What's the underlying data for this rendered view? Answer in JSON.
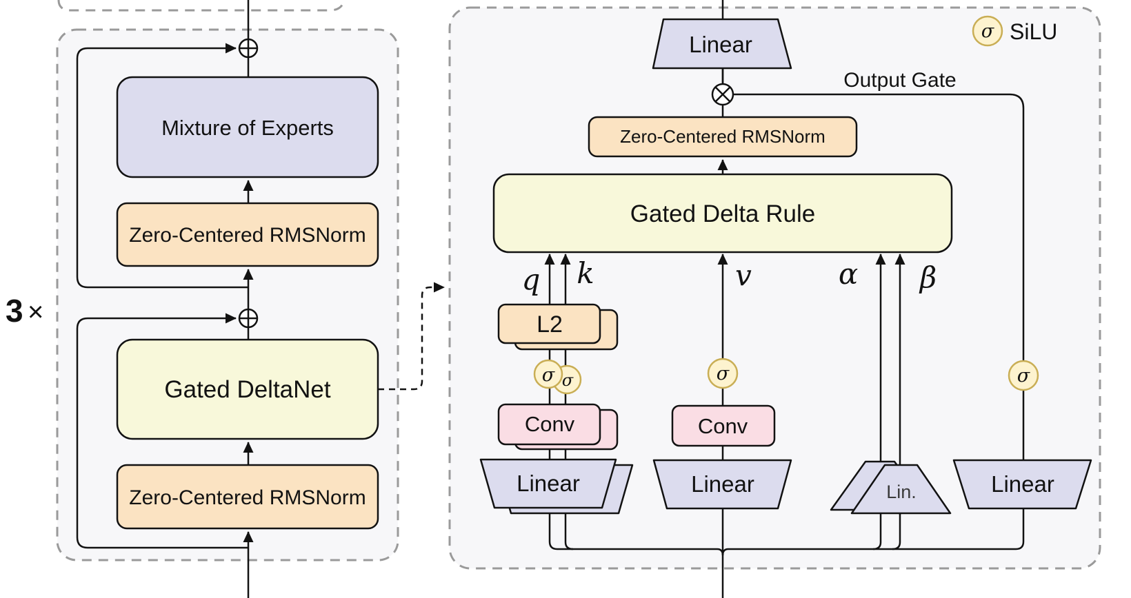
{
  "colors": {
    "lavender": "#dcdcee",
    "peach": "#fbe3c2",
    "cream_yellow": "#f8f8da",
    "pink": "#fadde4",
    "sigma_fill": "#fdf3cf",
    "sigma_border": "#c9ae55",
    "panel_fill": "#f7f7f9",
    "panel_border": "#9a9a9a",
    "line": "#121212"
  },
  "left_panel": {
    "repeat_count": "3",
    "times_symbol": "×",
    "moe_label": "Mixture of Experts",
    "rmsnorm_top_label": "Zero-Centered RMSNorm",
    "deltanet_label": "Gated DeltaNet",
    "rmsnorm_bottom_label": "Zero-Centered RMSNorm"
  },
  "right_panel": {
    "legend_sigma": "σ",
    "legend_label": "SiLU",
    "linear_top_label": "Linear",
    "output_gate_label": "Output Gate",
    "rmsnorm_label": "Zero-Centered RMSNorm",
    "gated_delta_rule_label": "Gated Delta Rule",
    "l2_label": "L2",
    "sigma_symbol": "σ",
    "conv_qk_label": "Conv",
    "conv_v_label": "Conv",
    "linear_qk_label": "Linear",
    "linear_v_label": "Linear",
    "linear_gate_label": "Linear",
    "lin_small_label": "Lin.",
    "signal_q": "q",
    "signal_k": "k",
    "signal_v": "v",
    "signal_alpha": "α",
    "signal_beta": "β"
  }
}
